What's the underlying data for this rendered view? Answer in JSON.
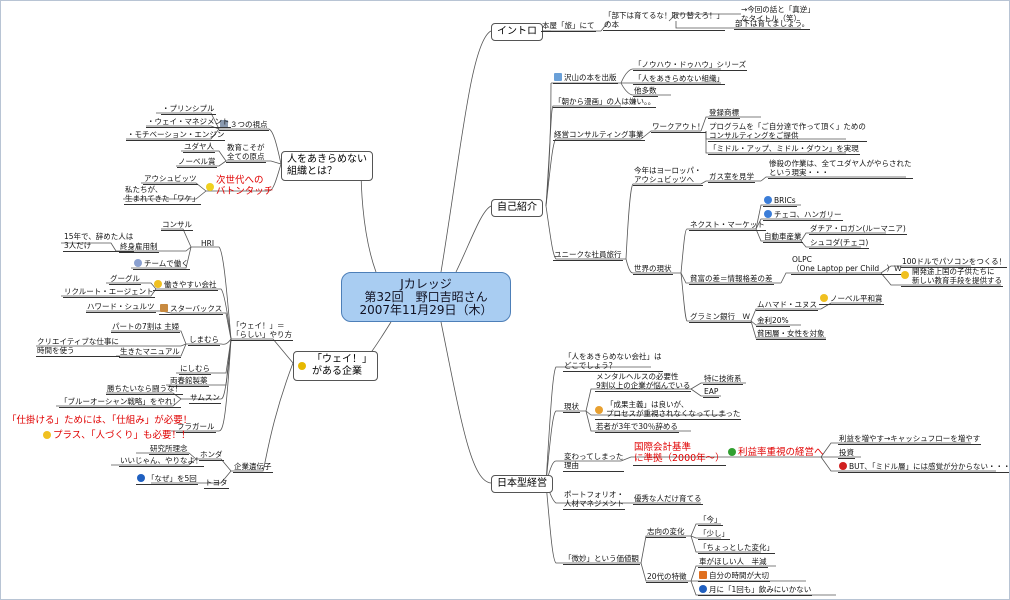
{
  "center": {
    "line1": "Jカレッジ",
    "line2": "第32回　野口吉昭さん",
    "line3": "2007年11月29日（木）"
  },
  "icons": {
    "flag": "flag-icon",
    "globe": "globe-icon",
    "smile": "smile-icon",
    "bulb": "bulb-icon",
    "pencil": "pencil-icon",
    "money": "money-icon",
    "cup": "cup-icon",
    "home": "home-icon",
    "info": "info-icon",
    "warning": "warning-icon",
    "target": "target-icon",
    "book": "book-icon"
  },
  "colors": {
    "center_fill": "#a9cdf2",
    "emphasis": "#e00000",
    "line": "#555555"
  },
  "branches": {
    "intro": {
      "label": "イントロ",
      "hondana": "本屋「旅」にて",
      "book_title": "「部下は育てるな！取り替えろ！」\nの本",
      "note1": "→今回の話と「真逆」\nなタイトル（笑）",
      "note2": "部下は育てましょう。"
    },
    "jiko": {
      "label": "自己紹介",
      "books": "沢山の本を出版",
      "book1": "「ノウハウ・ドゥハウ」シリーズ",
      "book2": "「人をあきらめない組織」",
      "book3": "他多数",
      "manga": "「朝から漫画」の人は嫌い。。",
      "consult": "経営コンサルティング事業",
      "workout": "ワークアウト！",
      "reg": "登録商標",
      "program": "プログラムを「ご自分達で作って頂く」ための\nコンサルティングをご提供",
      "middle": "「ミドル・アップ、ミドル・ダウン」を実現",
      "trip": "ユニークな社員旅行",
      "europe": "今年はヨーロッパ・\nアウシュビッツへ",
      "gas": "ガス室を見学",
      "gas_note": "惨殺の作業は、全てユダヤ人がやらされた\nという現実・・・",
      "world": "世界の現状",
      "next_market": "ネクスト・マーケット",
      "brics": "BRICs",
      "czech": "チェコ、ハンガリー",
      "auto": "自動車産業",
      "dacia": "ダチア・ロガン(ルーマニア)",
      "skoda": "シュコダ(チェコ)",
      "poverty": "貧富の差＝情報格差の差",
      "olpc": "OLPC\n（One Laptop per Child　）Ｗ",
      "olpc1": "100ドルでパソコンをつくる！",
      "olpc2": "開発途上国の子供たちに\n新しい教育手段を提供する",
      "grameen": "グラミン銀行　Ｗ",
      "yunus": "ムハマド・ユヌス",
      "nobel": "ノーベル平和賞",
      "rate": "金利20%",
      "women": "貧困層・女性を対象"
    },
    "nihon": {
      "label": "日本型経営",
      "q": "「人をあきらめない会社」は\nどこでしょう？",
      "genjo": "現状",
      "mental": "メンタルヘルスの必要性\n9割以上の企業が悩んでいる",
      "tech": "特に技術系",
      "eap": "EAP",
      "seika": "「成果主義」は良いが、\nプロセスが重視されなくなってしまった",
      "young": "若者が3年で30％辞める",
      "kawatta": "変わってしまった\n理由",
      "kokusai": "国際会計基準\nに準拠（2000年～）",
      "rieki": "利益率重視の経営へ",
      "cash": "利益を増やす→キャッシュフローを増やす",
      "toshi": "投資",
      "but": "BUT、「ミドル層」には感覚が分からない・・・",
      "portfolio": "ポートフォリオ・\n人材マネジメント",
      "yushu": "優秀な人だけ育てる",
      "bizai": "「微妙」という価値観",
      "shiko": "志向の変化",
      "ima": "「今」",
      "sukoshi": "「少し」",
      "chotto": "「ちょっとした変化」",
      "twenties": "20代の特徴",
      "car": "車がほしい人　半減",
      "jikan": "自分の時間が大切",
      "drink": "月に「1回も」飲みにいかない"
    },
    "hito": {
      "label": "人をあきらめない\n組織とは？",
      "mitsu": "３つの視点",
      "p1": "・プリンシプル",
      "p2": "・ウェイ・マネジメント",
      "p3": "・モチベーション・エンジン",
      "kyoiku": "教育こそが\n全ての原点",
      "jew": "ユダヤ人",
      "nobel": "ノーベル賞",
      "baton": "次世代への\nバトンタッチ",
      "ausch": "アウシュビッツ",
      "ware": "私たちが、\n生まれてきた「ワケ」"
    },
    "way": {
      "label": "「ウェイ！」\nがある企業",
      "rashii": "「ウェイ！」＝\n「らしい」やり方",
      "hri": "HRI",
      "consul": "コンサル",
      "fifteen": "15年で、辞めた人は\n3人だけ",
      "lifetime": "終身雇用制",
      "team": "チームで働く",
      "hataraki": "働きやすい会社",
      "google": "グーグル",
      "recruit": "リクルート・エージェント",
      "howard": "ハワード・シュルツ",
      "starbucks": "スターバックス",
      "part": "パートの7割は 主婦",
      "shimamura": "しまむら",
      "creative": "クリエイティブな仕事に\n時間を使う",
      "manual": "生きたマニュアル",
      "nishimura": "にしむら",
      "ryoshun": "両春館製薬",
      "kachi": "勝ちたいなら闘うな！",
      "samsung": "サムスン",
      "blue": "「ブルーオーシャン戦略」をやれ！",
      "fragor": "フラガール",
      "shikake": "「仕掛ける」ためには、「仕組み」が必要！",
      "plus": "プラス、「人づくり」も必要！！",
      "iden": "企業遺伝子",
      "kenkyu": "研究所理念",
      "honda": "ホンダ",
      "iijan": "いいじゃん、やりなよ！",
      "naze": "「なぜ」を5回",
      "toyota": "トヨタ"
    }
  }
}
